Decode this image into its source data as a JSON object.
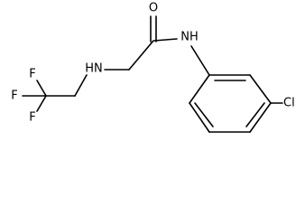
{
  "molecule": {
    "atoms": {
      "oxygen": "O",
      "amide_nh": "NH",
      "amine_nh": "HN",
      "chlorine": "Cl",
      "fluorine_top": "F",
      "fluorine_left": "F",
      "fluorine_bottom": "F"
    }
  }
}
